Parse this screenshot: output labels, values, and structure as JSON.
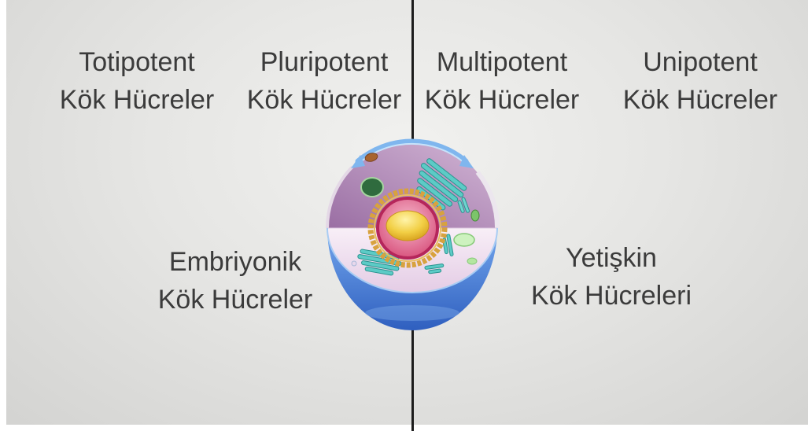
{
  "labels": {
    "top": [
      {
        "line1": "Totipotent",
        "line2": "Kök Hücreler"
      },
      {
        "line1": "Pluripotent",
        "line2": "Kök Hücreler"
      },
      {
        "line1": "Multipotent",
        "line2": "Kök Hücreler"
      },
      {
        "line1": "Unipotent",
        "line2": "Kök Hücreler"
      }
    ],
    "bottom": [
      {
        "line1": "Embriyonik",
        "line2": "Kök Hücreler"
      },
      {
        "line1": "Yetişkin",
        "line2": "Kök Hücreleri"
      }
    ]
  },
  "illustration": {
    "icon": "animal-cell-cutaway-icon"
  },
  "colors": {
    "text": "#3b3b3b",
    "divider": "#1c1c1c",
    "cytoplasm": "#b58fbb",
    "membrane": "#4f84dc",
    "nucleolus": "#f2cf45"
  }
}
